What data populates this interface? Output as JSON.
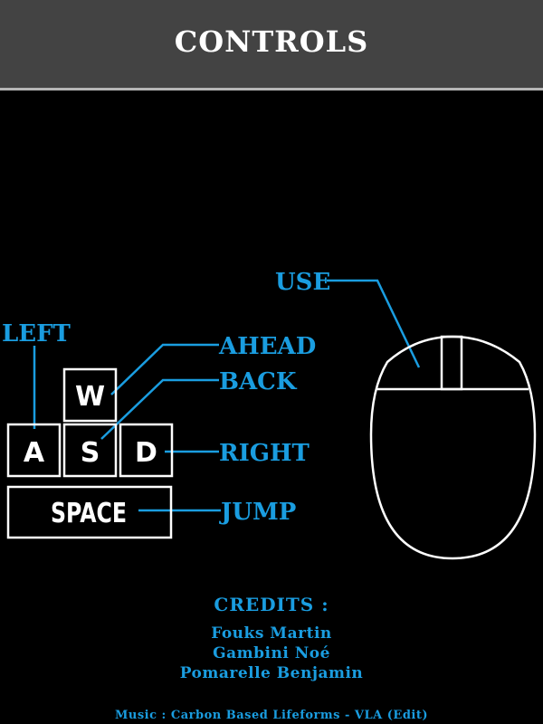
{
  "header": {
    "title": "CONTROLS"
  },
  "keyboard": {
    "keys": {
      "w": "W",
      "a": "A",
      "s": "S",
      "d": "D",
      "space": "SPACE"
    },
    "actions": {
      "left": "LEFT",
      "ahead": "AHEAD",
      "back": "BACK",
      "right": "RIGHT",
      "jump": "JUMP"
    }
  },
  "mouse": {
    "use_label": "USE"
  },
  "credits": {
    "title": "CREDITS :",
    "names": [
      "Fouks Martin",
      "Gambini Noé",
      "Pomarelle Benjamin"
    ],
    "music": "Music : Carbon Based Lifeforms - VLA (Edit)"
  },
  "colors": {
    "background": "#000000",
    "header": "#434343",
    "accent": "#1a9de0",
    "outline": "#ffffff"
  }
}
